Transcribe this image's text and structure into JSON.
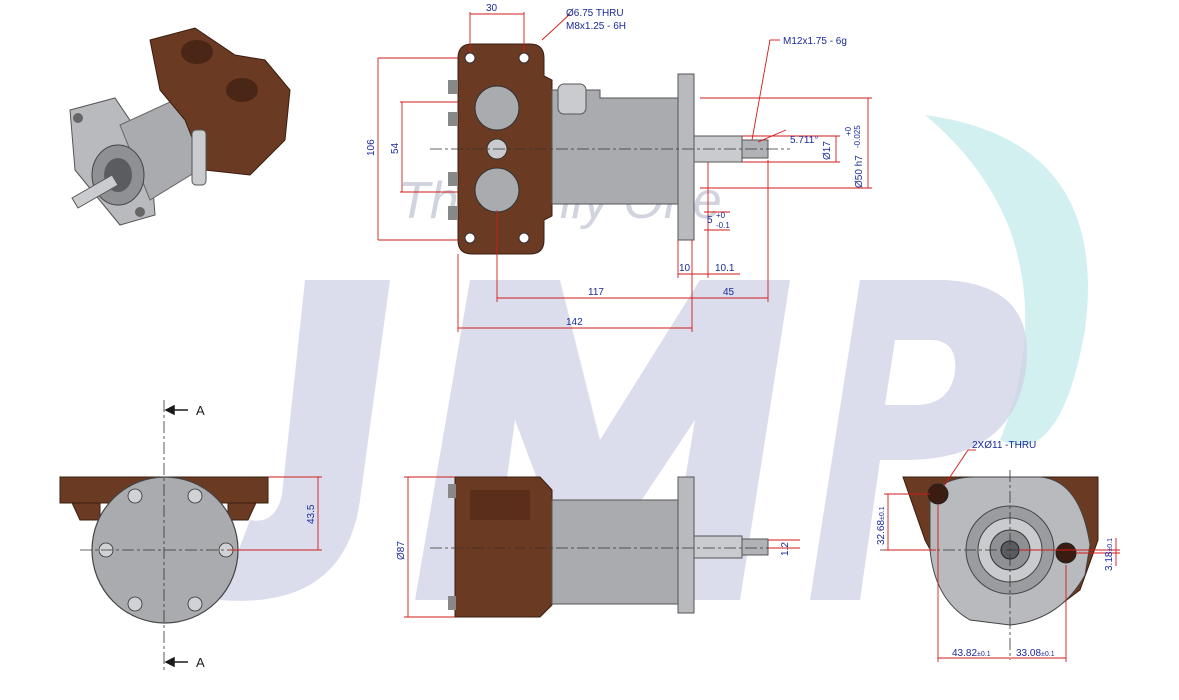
{
  "watermark": {
    "brand": "JMP",
    "tagline": "The Only One",
    "colors": {
      "letters": "#cfd2e6",
      "swoosh": "#bfe9ea"
    }
  },
  "colors": {
    "bronze": "#6b3a22",
    "bronze_dark": "#4a2616",
    "steel": "#a9abaf",
    "steel_light": "#c9cbce",
    "dimension": "#d11a1a",
    "dimension_text": "#1a2a9a"
  },
  "top_view": {
    "callouts": {
      "thru_hole": "Ø6.75 THRU",
      "thread_hole": "M8x1.25 - 6H",
      "shaft_thread": "M12x1.75 - 6g",
      "taper_angle": "5.711°",
      "shaft_diameter": "Ø17",
      "pilot_diameter": "Ø50 h7",
      "pilot_tolerance_top": "+0",
      "pilot_tolerance_bottom": "-0.025",
      "keyway_depth": "5",
      "keyway_tol_top": "+0",
      "keyway_tol_bottom": "-0.1"
    },
    "dims": {
      "port_spacing": "30",
      "overall_height": "106",
      "port_center": "54",
      "flange_thickness": "10",
      "shaft_step": "10.1",
      "body_to_flange": "117",
      "shaft_length": "45",
      "overall_length": "142"
    }
  },
  "front_view": {
    "section_label": "A",
    "height_dim": "43.5"
  },
  "side_view": {
    "body_diameter": "Ø87",
    "offset": "1.2"
  },
  "flange_view": {
    "hole_callout": "2XØ11 -THRU",
    "dim_vertical_left": "32.68",
    "dim_vertical_left_tol": "±0.1",
    "dim_vertical_right": "3.18",
    "dim_vertical_right_tol": "±0.1",
    "dim_bottom_left": "43.82",
    "dim_bottom_left_tol": "±0.1",
    "dim_bottom_right": "33.08",
    "dim_bottom_right_tol": "±0.1"
  }
}
